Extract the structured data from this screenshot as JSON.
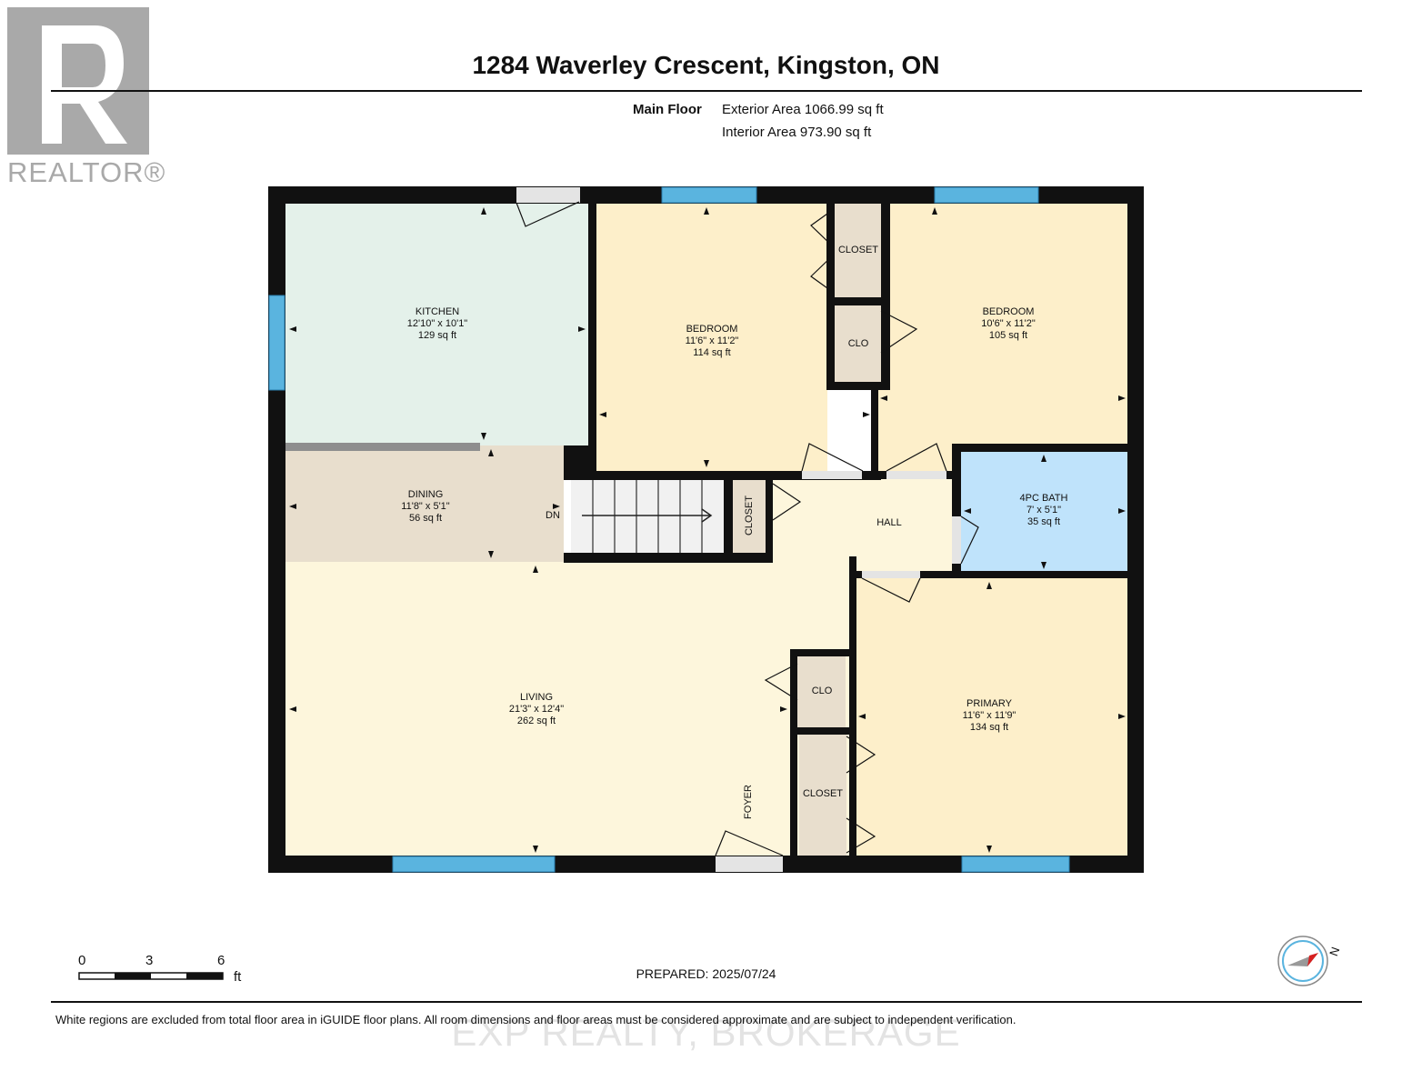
{
  "header": {
    "title": "1284 Waverley Crescent, Kingston, ON",
    "floor_label": "Main Floor",
    "exterior_area": "Exterior Area 1066.99 sq ft",
    "interior_area": "Interior Area 973.90 sq ft"
  },
  "logo": {
    "text": "REALTOR®",
    "icon": "realtor-r-logo"
  },
  "rooms": {
    "kitchen": {
      "name": "KITCHEN",
      "dims": "12'10\" x 10'1\"",
      "area": "129 sq ft"
    },
    "bedroom1": {
      "name": "BEDROOM",
      "dims": "11'6\" x 11'2\"",
      "area": "114 sq ft"
    },
    "bedroom2": {
      "name": "BEDROOM",
      "dims": "10'6\" x 11'2\"",
      "area": "105 sq ft"
    },
    "dining": {
      "name": "DINING",
      "dims": "11'8\" x 5'1\"",
      "area": "56 sq ft"
    },
    "bath": {
      "name": "4PC BATH",
      "dims": "7' x 5'1\"",
      "area": "35 sq ft"
    },
    "living": {
      "name": "LIVING",
      "dims": "21'3\" x 12'4\"",
      "area": "262 sq ft"
    },
    "primary": {
      "name": "PRIMARY",
      "dims": "11'6\" x 11'9\"",
      "area": "134 sq ft"
    },
    "hall": {
      "name": "HALL"
    },
    "foyer": {
      "name": "FOYER"
    },
    "closet_bed1": {
      "name": "CLOSET"
    },
    "clo_bed2": {
      "name": "CLO"
    },
    "closet_hall": {
      "name": "CLOSET"
    },
    "clo_living": {
      "name": "CLO"
    },
    "closet_primary": {
      "name": "CLOSET"
    },
    "stairs": {
      "name": "DN"
    }
  },
  "colors": {
    "kitchen": "#e4f1ea",
    "bedroom": "#fdefca",
    "dining": "#e8decd",
    "living": "#fdf6dc",
    "hall": "#fdf6dc",
    "bath": "#bfe3fb",
    "closet": "#e8decd",
    "wall": "#111111",
    "window": "#5ab4df"
  },
  "scale": {
    "ticks": [
      "0",
      "3",
      "6"
    ],
    "unit": "ft"
  },
  "compass": {
    "label": "N",
    "icon": "north-compass-icon"
  },
  "footer": {
    "prepared": "PREPARED: 2025/07/24",
    "disclaimer": "White regions are excluded from total floor area in iGUIDE floor plans. All room dimensions and floor areas must be considered approximate and are subject to independent verification.",
    "watermark": "EXP REALTY, BROKERAGE"
  }
}
